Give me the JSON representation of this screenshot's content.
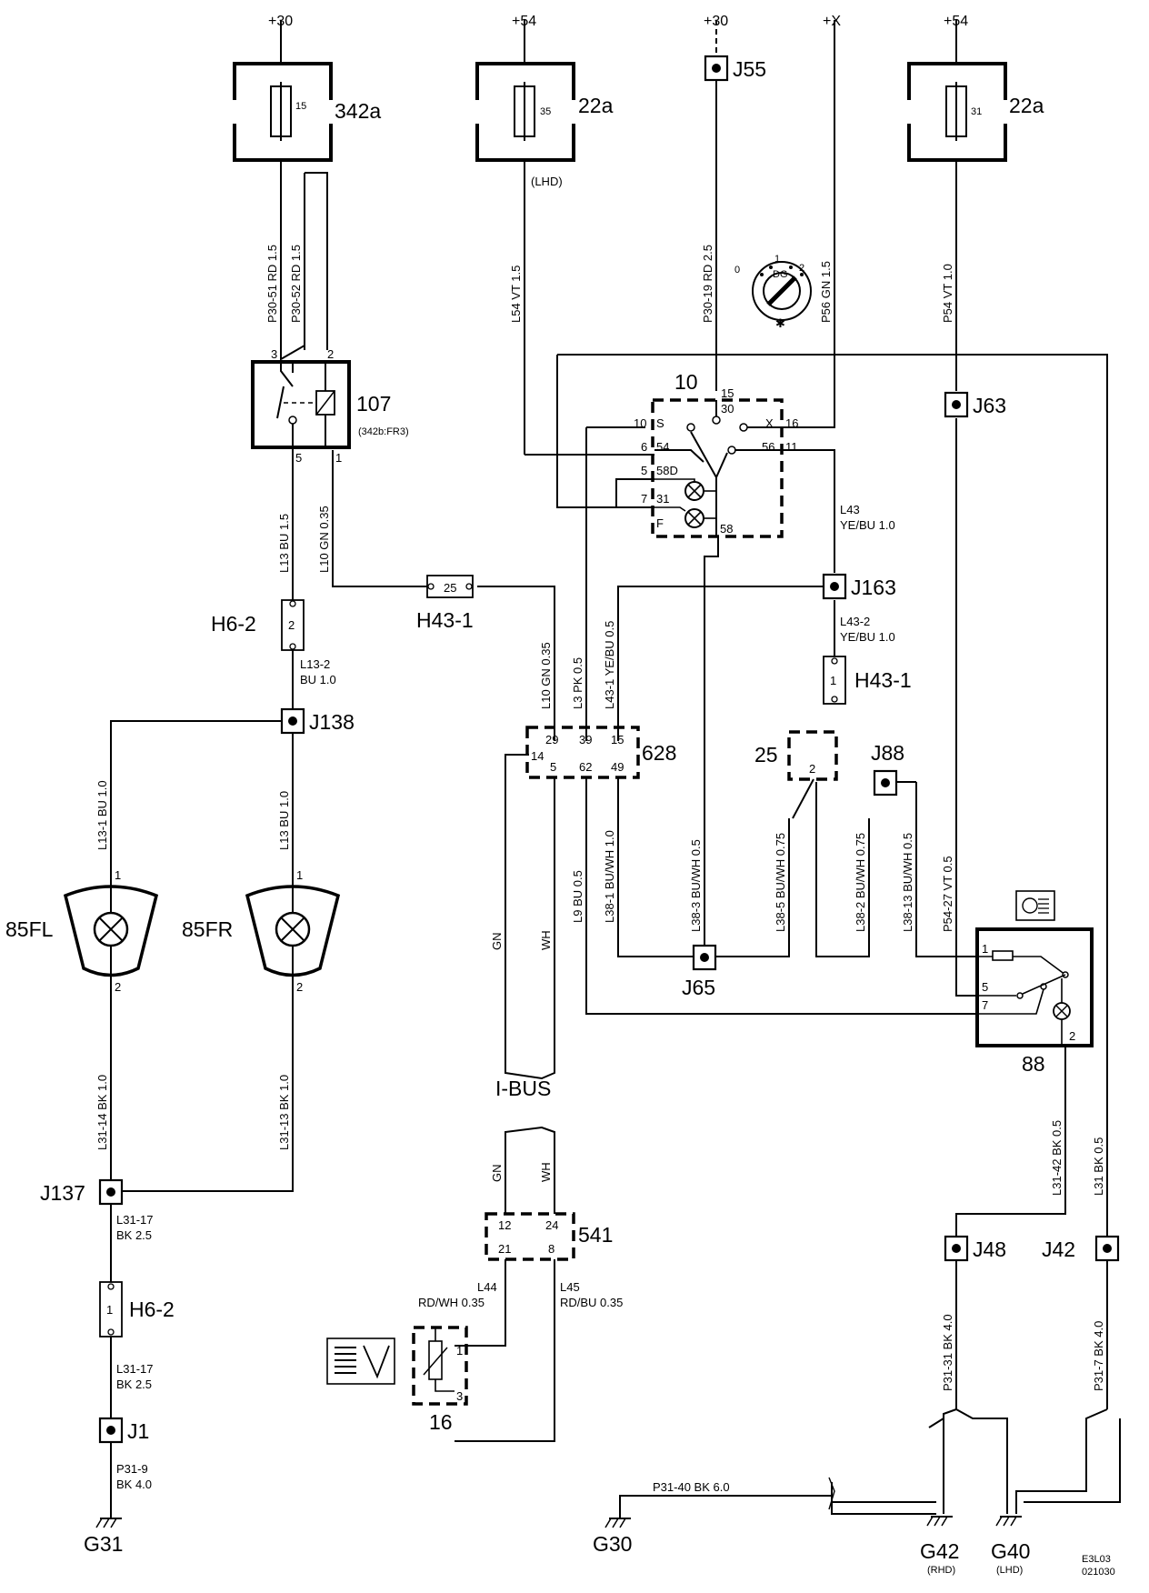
{
  "supplies": [
    "+30",
    "+54",
    "+30",
    "+X",
    "+54"
  ],
  "fuses": [
    {
      "id": "342a",
      "num": "15"
    },
    {
      "id": "22a",
      "num": "35",
      "note": "(LHD)"
    },
    {
      "id": "22a",
      "num": "31"
    }
  ],
  "components": {
    "relay": "107",
    "relay_note": "(342b:FR3)",
    "switch": "10",
    "control": "628",
    "ibus_unit": "541",
    "sensor": "16",
    "c25": "25",
    "switch88": "88",
    "lamp_left": "85FL",
    "lamp_right": "85FR",
    "ibus": "I-BUS"
  },
  "connectors": {
    "h6_2": "H6-2",
    "h43_1": "H43-1",
    "h43_1_num": "25",
    "h43_1b": "H43-1",
    "h6_2_num_top": "2",
    "h6_2_num_bot": "1",
    "h43_1b_num": "1"
  },
  "junctions": {
    "j55": "J55",
    "j63": "J63",
    "j163": "J163",
    "j138": "J138",
    "j88": "J88",
    "j65": "J65",
    "j137": "J137",
    "j48": "J48",
    "j42": "J42",
    "j1": "J1"
  },
  "grounds": {
    "g31": "G31",
    "g30": "G30",
    "g42": "G42",
    "g42_note": "(RHD)",
    "g40": "G40",
    "g40_note": "(LHD)"
  },
  "wires": {
    "p30_51": "P30-51  RD  1.5",
    "p30_52": "P30-52  RD  1.5",
    "l54": "L54  VT  1.5",
    "p30_19": "P30-19  RD  2.5",
    "p56": "P56  GN  1.5",
    "p54": "P54  VT  1.0",
    "l13": "L13  BU  1.5",
    "l10": "L10  GN  0.35",
    "l13_2a": "L13-2",
    "l13_2b": "BU 1.0",
    "l43a": "L43",
    "l43b": "YE/BU  1.0",
    "l43_2a": "L43-2",
    "l43_2b": "YE/BU  1.0",
    "l10b": "L10  GN  0.35",
    "l3": "L3  PK  0.5",
    "l43_1": "L43-1  YE/BU  0.5",
    "l13_1": "L13-1  BU  1.0",
    "l13b": "L13  BU  1.0",
    "l38_1": "L38-1  BU/WH  1.0",
    "l9": "L9  BU  0.5",
    "l38_3": "L38-3  BU/WH  0.5",
    "l38_5": "L38-5  BU/WH  0.75",
    "l38_2": "L38-2  BU/WH  0.75",
    "l38_13": "L38-13  BU/WH  0.5",
    "p54_27": "P54-27  VT  0.5",
    "gn": "GN",
    "wh": "WH",
    "l31_14": "L31-14  BK  1.0",
    "l31_13": "L31-13  BK  1.0",
    "l31_42": "L31-42  BK  0.5",
    "l31": "L31  BK  0.5",
    "l31_17a": "L31-17",
    "l31_17b": "BK  2.5",
    "l31_17c": "L31-17",
    "l31_17d": "BK  2.5",
    "l44a": "L44",
    "l44b": "RD/WH  0.35",
    "l45a": "L45",
    "l45b": "RD/BU  0.35",
    "p31_31": "P31-31  BK  4.0",
    "p31_7": "P31-7  BK  4.0",
    "p31_9a": "P31-9",
    "p31_9b": "BK  4.0",
    "p31_40": "P31-40  BK  6.0"
  },
  "pins": {
    "r3": "3",
    "r2": "2",
    "r5": "5",
    "r1": "1",
    "s15": "15",
    "s30": "30",
    "s10": "10",
    "sS": "S",
    "sX": "X",
    "s16": "16",
    "s6": "6",
    "s54": "54",
    "s56": "56",
    "s11": "11",
    "s5": "5",
    "s58D": "58D",
    "s7": "7",
    "s31": "31",
    "sF": "F",
    "s58": "58",
    "c29": "29",
    "c39": "39",
    "c15": "15",
    "c14": "14",
    "c5": "5",
    "c62": "62",
    "c49": "49",
    "b12": "12",
    "b24": "24",
    "b21": "21",
    "b8": "8",
    "t1": "1",
    "t3": "3",
    "c25p": "2",
    "m1": "1",
    "m5": "5",
    "m7": "7",
    "m2": "2",
    "lfl1": "1",
    "lfl2": "2",
    "lfr1": "1",
    "lfr2": "2",
    "ig0": "0",
    "ig1": "1",
    "ig2": "2",
    "igDG": "DG"
  },
  "footer": {
    "code1": "E3L03",
    "code2": "021030"
  }
}
